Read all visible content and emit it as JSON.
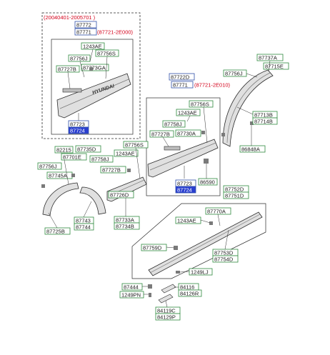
{
  "colors": {
    "line": "#2b2b2b",
    "label_box": "#2f8a3f",
    "label_text": "#1a1a1a",
    "note_red": "#d4001a",
    "code_box": "#3050a8",
    "code_fill_dark": "#2a3fd0",
    "part_fill": "#e0e0e0",
    "part_dark": "#7a7a7a"
  },
  "top_panel": {
    "date_range": "(20040401-2005701 )",
    "code_top": "87772",
    "code_bottom": "87771",
    "suffix": "(87721-2E000)",
    "labels": [
      "1243AE",
      "87756J",
      "87756S",
      "87727B",
      "87773GA"
    ],
    "bottom_code_top": "87723",
    "bottom_code_bottom": "87724",
    "emblem": "HYUNDAI"
  },
  "middle_panel": {
    "code_top": "87722D",
    "code_bottom": "87771",
    "suffix": "(87721-2E010)",
    "labels": [
      "87756S",
      "1243AE",
      "87758J",
      "87727B",
      "87730A"
    ],
    "bottom_code_top": "87723",
    "bottom_code_bottom": "87724",
    "clip_label": "86590"
  },
  "right_upper": {
    "labels": [
      "87737A",
      "87756J",
      "87715E",
      "87713B",
      "87714B",
      "86848A"
    ]
  },
  "left_lower": {
    "labels": [
      "82215",
      "87735D",
      "87701E",
      "87756J",
      "87745A",
      "87758J",
      "87727B",
      "1243AE",
      "87756S",
      "87726D",
      "87743",
      "87744",
      "87725B",
      "87733A",
      "87734B"
    ]
  },
  "right_lower": {
    "labels": [
      "87752D",
      "87751D",
      "87770A",
      "1243AE",
      "87759D",
      "87753D",
      "87754D",
      "1249LJ"
    ]
  },
  "bottom_parts": {
    "labels": [
      "87444",
      "1249PN",
      "84116",
      "84126R",
      "84119C",
      "84129P"
    ]
  }
}
